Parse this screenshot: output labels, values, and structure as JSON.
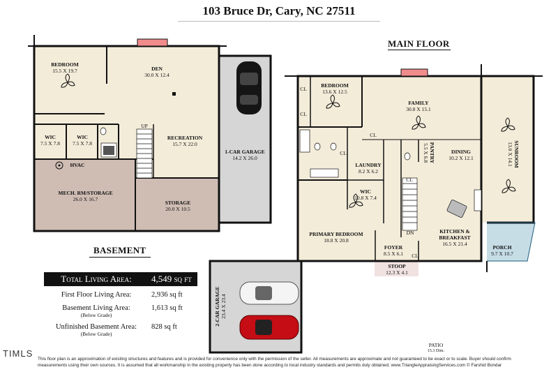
{
  "title": "103 Bruce Dr, Cary, NC 27511",
  "labels": {
    "main_floor": "MAIN FLOOR",
    "basement": "BASEMENT"
  },
  "basement_rooms": {
    "bedroom": {
      "name": "BEDROOM",
      "dim": "15.5 X 19.7"
    },
    "den": {
      "name": "DEN",
      "dim": "30.0 X 12.4"
    },
    "wic1": {
      "name": "WIC",
      "dim": "7.5 X 7.8"
    },
    "wic2": {
      "name": "WIC",
      "dim": "7.5 X 7.8"
    },
    "up": "UP",
    "recreation": {
      "name": "RECREATION",
      "dim": "15.7 X 22.0"
    },
    "garage": {
      "name": "1-CAR GARAGE",
      "dim": "14.2 X 26.0"
    },
    "hvac": "HVAC",
    "mech": {
      "name": "MECH. RM/STORAGE",
      "dim": "26.0 X 16.7"
    },
    "storage": {
      "name": "STORAGE",
      "dim": "20.0 X 10.5"
    }
  },
  "main_rooms": {
    "bedroom": {
      "name": "BEDROOM",
      "dim": "13.6 X 12.5"
    },
    "family": {
      "name": "FAMILY",
      "dim": "30.8 X 15.1"
    },
    "sunroom": {
      "name": "SUNROOM",
      "dim": "13.0 X 14.1"
    },
    "pantry": {
      "name": "PANTRY",
      "dim": "5.5 X 6.8"
    },
    "dining": {
      "name": "DINING",
      "dim": "10.2 X 12.1"
    },
    "laundry": {
      "name": "LAUNDRY",
      "dim": "8.2 X 6.2"
    },
    "wic": {
      "name": "WIC",
      "dim": "10.8 X 7.4"
    },
    "primary": {
      "name": "PRIMARY BEDROOM",
      "dim": "18.8 X 20.8"
    },
    "kitchen": {
      "name": "KITCHEN &",
      "name2": "BREAKFAST",
      "dim": "16.5 X 21.4"
    },
    "foyer": {
      "name": "FOYER",
      "dim": "8.5 X 6.1"
    },
    "porch": {
      "name": "PORCH",
      "dim": "9.7 X 10.7"
    },
    "stoop": {
      "name": "STOOP",
      "dim": "12.3 X 4.1"
    },
    "garage2": {
      "name": "2-CAR GARAGE",
      "dim": "23.4 X 23.4"
    },
    "patio": {
      "name": "PATIO",
      "dim": "15.3 Dim."
    },
    "cl": "CL",
    "dn": "DN"
  },
  "areas": [
    {
      "label": "Total Living Area:",
      "value": "4,549 sq ft",
      "sub": ""
    },
    {
      "label": "First Floor Living Area:",
      "value": "2,936 sq ft",
      "sub": ""
    },
    {
      "label": "Basement Living Area:",
      "value": "1,613 sq ft",
      "sub": "(Below Grade)"
    },
    {
      "label": "Unfinished Basement Area:",
      "value": "828 sq ft",
      "sub": "(Below Grade)"
    }
  ],
  "footer": {
    "line1": "This floor plan is an approximation of existing structures and features and is provided for convenience only with the permission of the seller.  All measurements are approximate and not guaranteed to be exact or to scale.  Buyer should confirm",
    "line2": "measurements using their own sources.  It is assumed that all workmanship in the existing property has been done according to local industry standards and permits duly obtained.      www.TriangleAppraisingServices.com    © Farshid Bondar"
  },
  "logo": "TIMLS",
  "colors": {
    "floor": "#f3ecd9",
    "garage": "#d6d6d6",
    "storage": "#cfbdb4",
    "porch": "#c6dde6",
    "stoop": "#f1e2e2",
    "fireplace": "#f08c8c",
    "wall": "#111111"
  }
}
